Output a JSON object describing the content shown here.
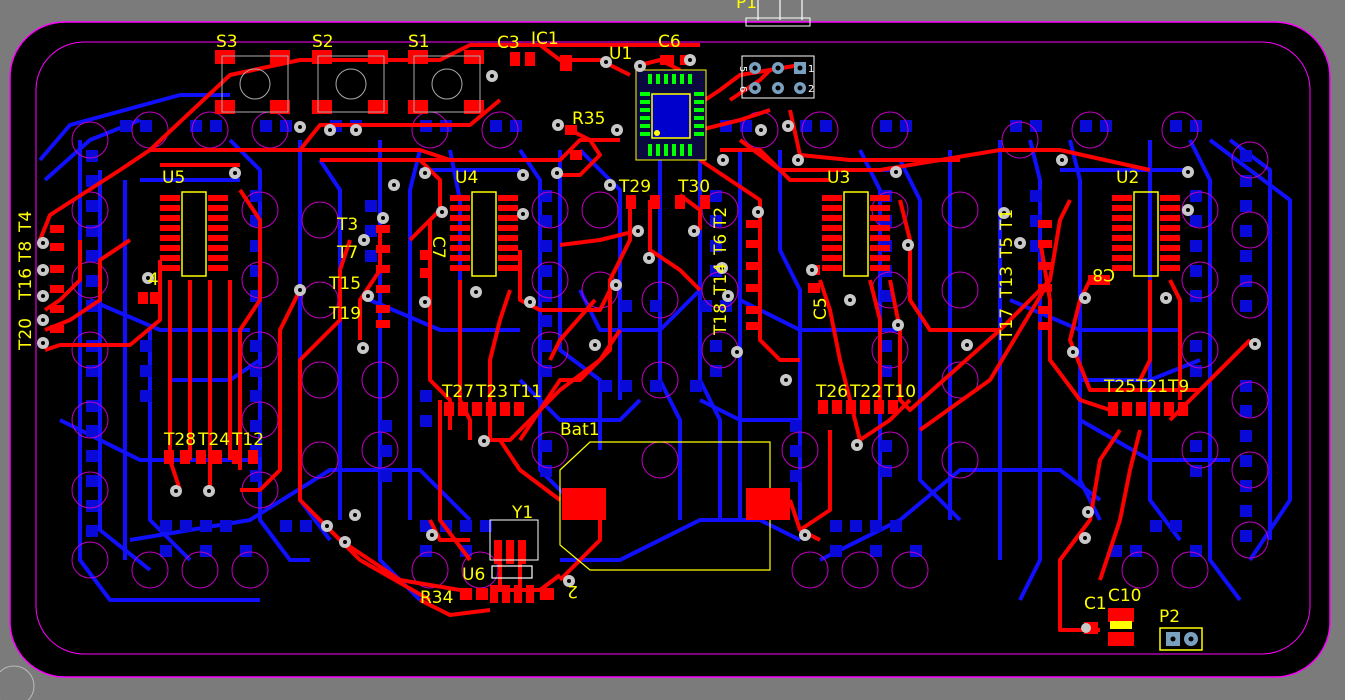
{
  "board": {
    "colors": {
      "background": "#7b7b7b",
      "board_fill": "#000000",
      "board_outline": "#ff00ff",
      "top_copper": "#ff0000",
      "bottom_copper": "#0000ff",
      "silkscreen": "#ffff00",
      "via_ring": "#c8c8c8",
      "pad_bottom": "#0000cc"
    },
    "designators": {
      "P1": "P1",
      "S3": "S3",
      "S2": "S2",
      "S1": "S1",
      "C3": "C3",
      "IC1": "IC1",
      "U1": "U1",
      "C6": "C6",
      "R35": "R35",
      "U5": "U5",
      "U4": "U4",
      "U3": "U3",
      "U2": "U2",
      "T29": "T29",
      "T30": "T30",
      "T3": "T3",
      "T7": "T7",
      "T15": "T15",
      "T19": "T19",
      "C7": "C7",
      "C8": "C8",
      "C5": "C5",
      "C4": "4",
      "T4": "T4",
      "T8": "T8",
      "T16": "T16",
      "T20": "T20",
      "T2": "T2",
      "T6": "T6",
      "T14": "T14",
      "T18": "T18",
      "T1": "T1",
      "T5": "T5",
      "T13": "T13",
      "T17": "T17",
      "T27": "T27",
      "T23": "T23",
      "T11": "T11",
      "T28": "T28",
      "T24": "T24",
      "T12": "T12",
      "T26": "T26",
      "T22": "T22",
      "T10": "T10",
      "T25": "T25",
      "T21": "T21",
      "T9": "T9",
      "Bat1": "Bat1",
      "Y1": "Y1",
      "U6": "U6",
      "R34": "R34",
      "C2": "2",
      "C1": "C1",
      "C10": "C10",
      "P2": "P2"
    },
    "header_pin_numbers": {
      "top_left": "5",
      "top_right": "1",
      "bottom_left": "6",
      "bottom_right": "2"
    }
  }
}
